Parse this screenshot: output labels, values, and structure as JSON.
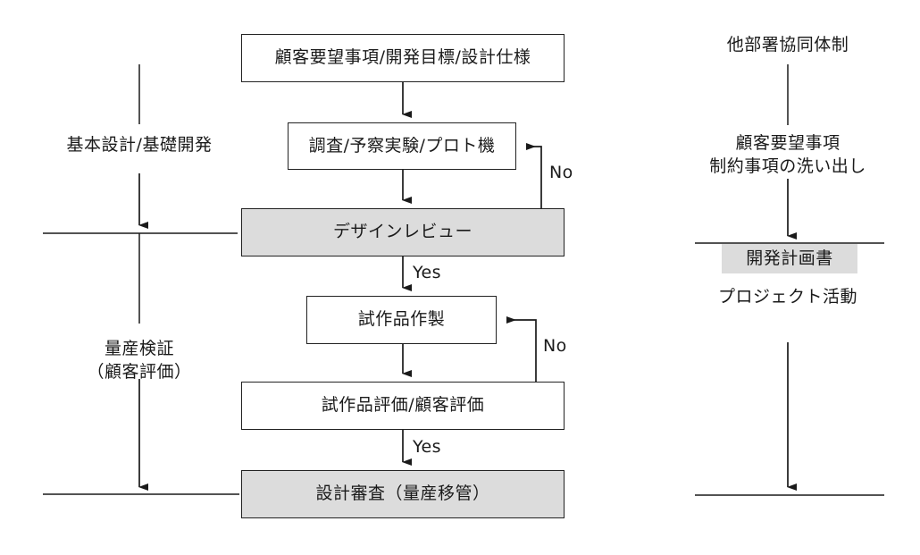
{
  "diagram": {
    "title": "product development flow chart",
    "colors": {
      "shaded_fill": "#dcdcdc",
      "line": "#1a1a1a",
      "background": "#ffffff"
    },
    "center_column": {
      "nodes": [
        {
          "id": "requirements",
          "label": "顧客要望事項/開発目標/設計仕様",
          "style": "box"
        },
        {
          "id": "survey",
          "label": "調査/予察実験/プロト機",
          "style": "box"
        },
        {
          "id": "design-review",
          "label": "デザインレビュー",
          "style": "box-shaded"
        },
        {
          "id": "prototype-build",
          "label": "試作品作製",
          "style": "box"
        },
        {
          "id": "prototype-eval",
          "label": "試作品評価/顧客評価",
          "style": "box"
        },
        {
          "id": "design-audit",
          "label": "設計審査（量産移管）",
          "style": "box-shaded"
        }
      ],
      "edge_labels": {
        "yes_1": "Yes",
        "yes_2": "Yes",
        "no_1": "No",
        "no_2": "No"
      }
    },
    "left_column": {
      "labels": [
        {
          "id": "basic-design",
          "text": "基本設計/基礎開発"
        },
        {
          "id": "mass-verification",
          "text": "量産検証\n（顧客評価）"
        }
      ]
    },
    "right_column": {
      "labels": [
        {
          "id": "cross-dept",
          "text": "他部署協同体制"
        },
        {
          "id": "requirement-extraction",
          "text": "顧客要望事項\n制約事項の洗い出し"
        },
        {
          "id": "dev-plan",
          "text": "開発計画書",
          "style": "tag"
        },
        {
          "id": "project-activity",
          "text": "プロジェクト活動"
        }
      ]
    }
  }
}
